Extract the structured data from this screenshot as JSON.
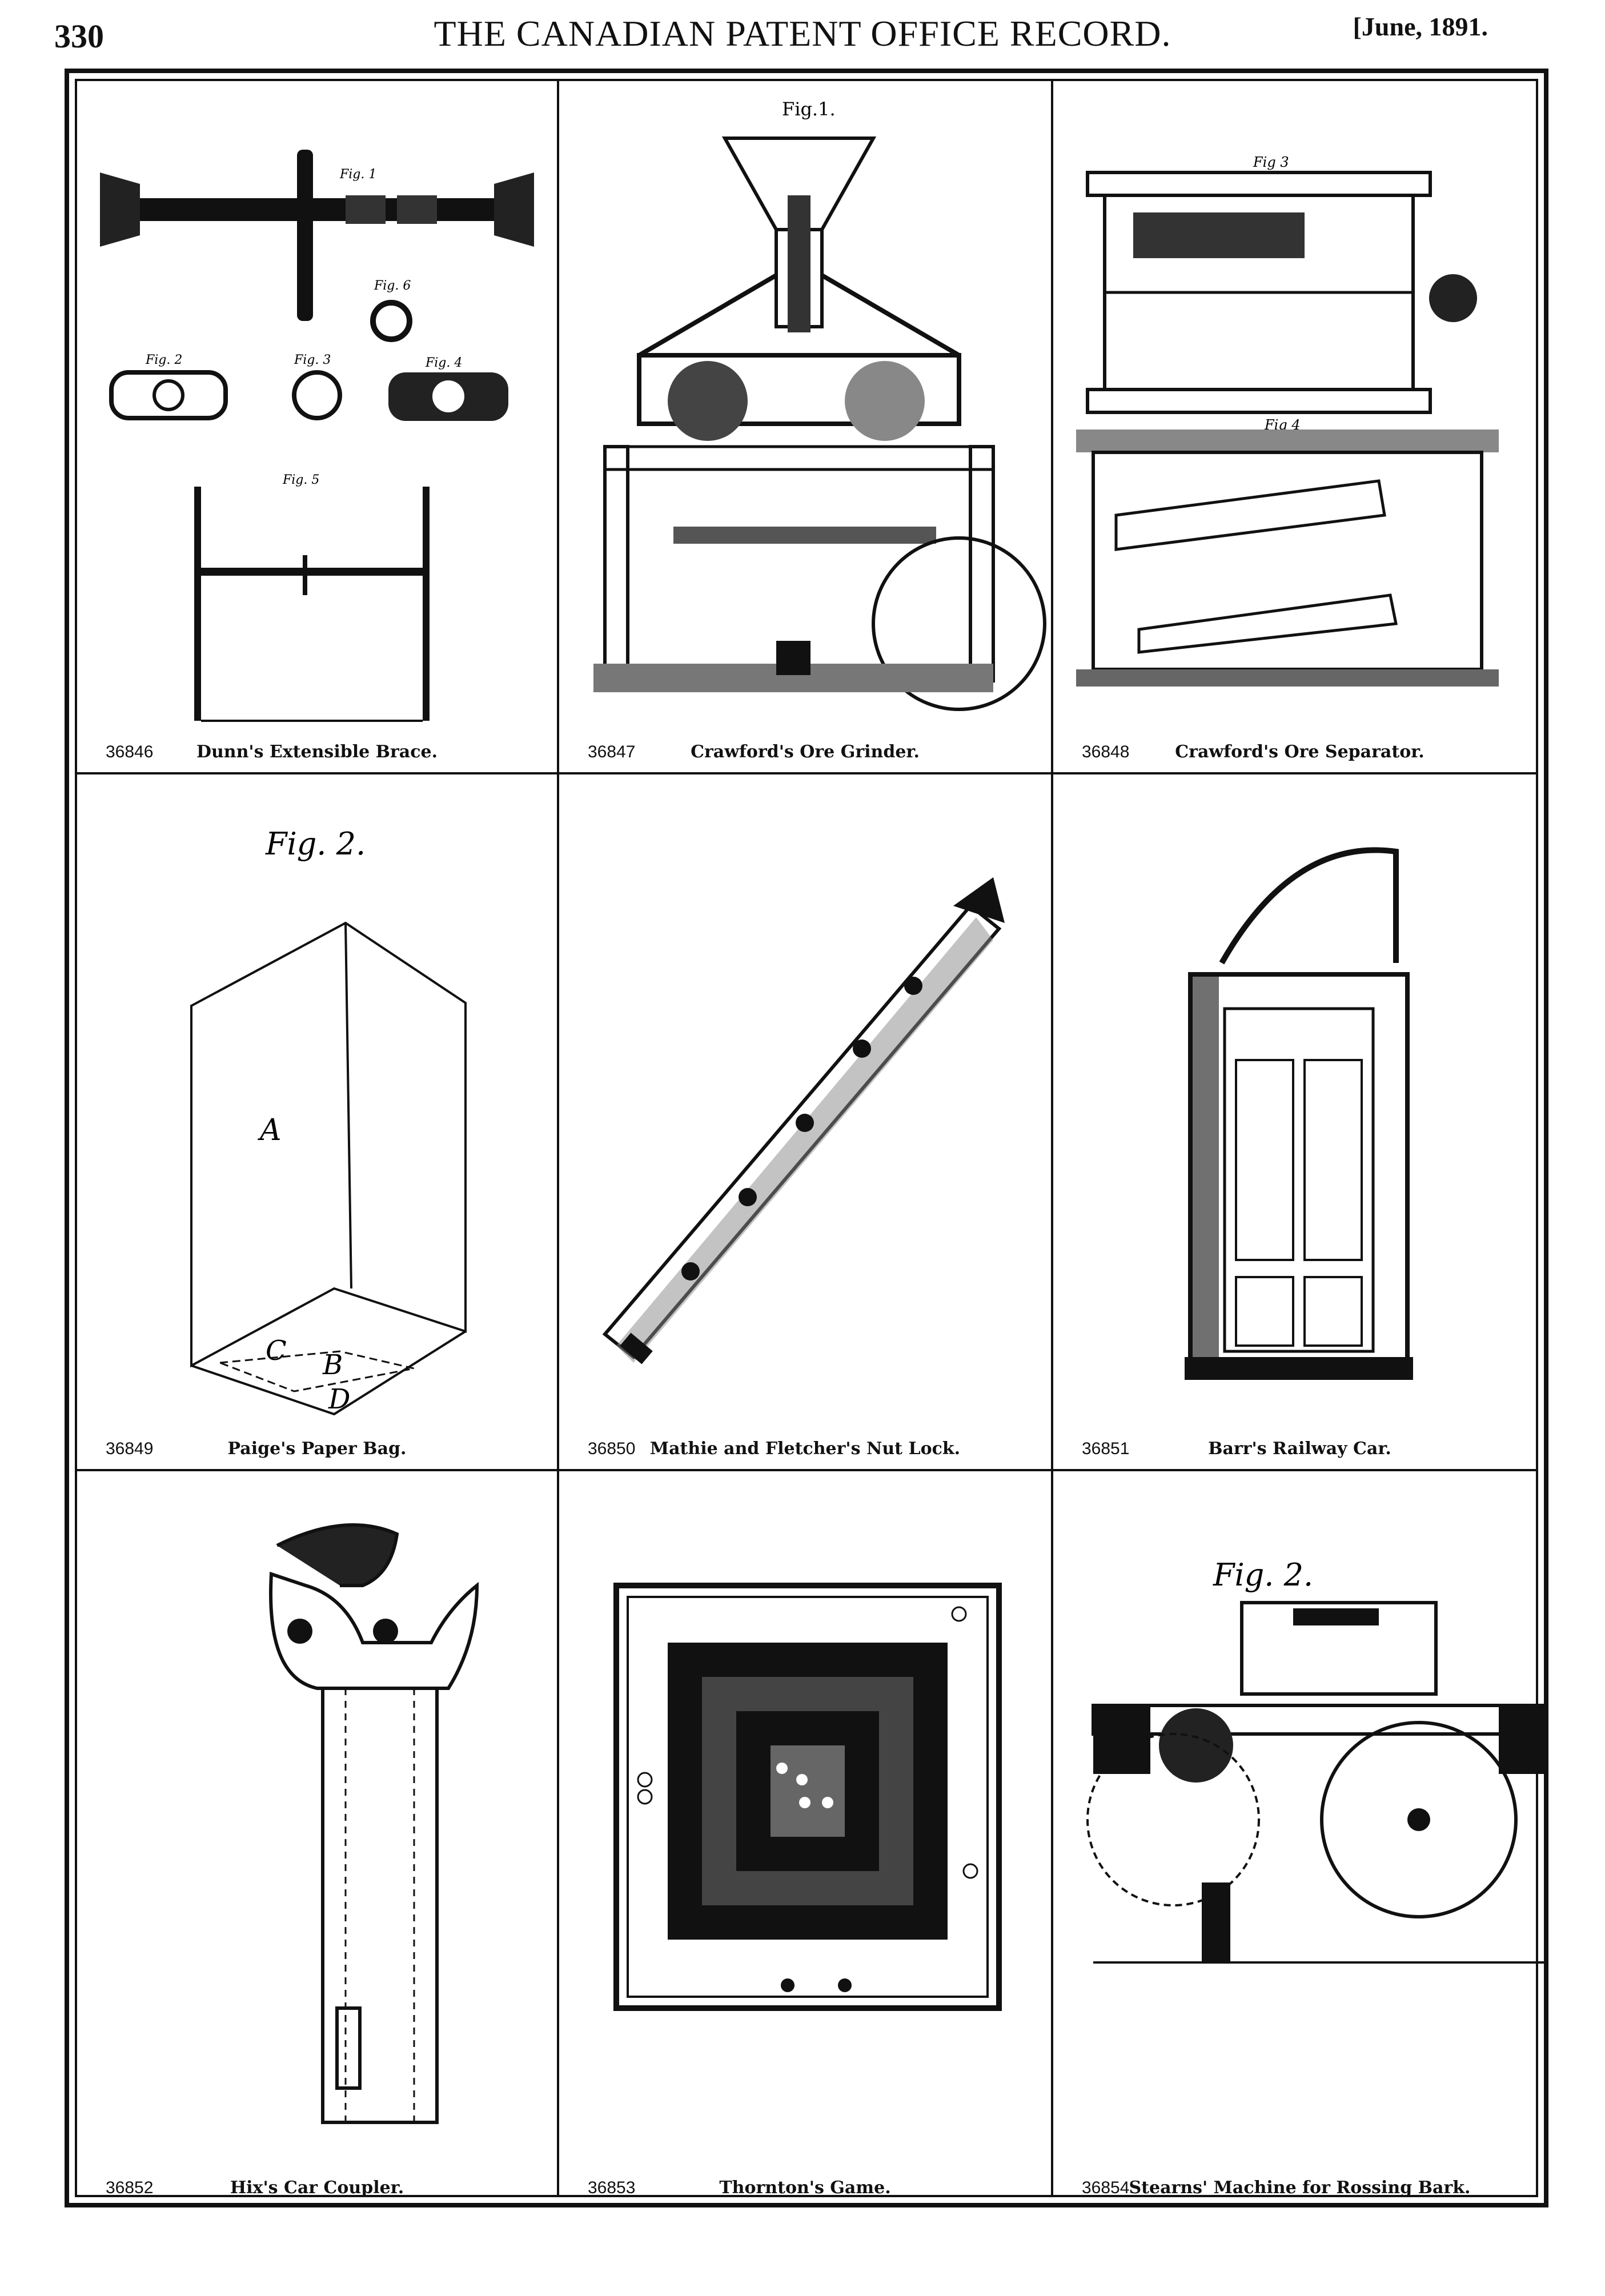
{
  "header": {
    "page_number": "330",
    "journal_title": "THE CANADIAN PATENT OFFICE RECORD.",
    "issue_date": "[June, 1891."
  },
  "patents": [
    {
      "number": "36846",
      "title": "Dunn's Extensible Brace.",
      "icon": "extensible-brace-drawing"
    },
    {
      "number": "36847",
      "title": "Crawford's Ore Grinder.",
      "icon": "ore-grinder-drawing"
    },
    {
      "number": "36848",
      "title": "Crawford's Ore Separator.",
      "icon": "ore-separator-drawing"
    },
    {
      "number": "36849",
      "title": "Paige's Paper Bag.",
      "icon": "paper-bag-drawing"
    },
    {
      "number": "36850",
      "title": "Mathie and Fletcher's Nut Lock.",
      "icon": "nut-lock-drawing"
    },
    {
      "number": "36851",
      "title": "Barr's Railway Car.",
      "icon": "railway-car-drawing"
    },
    {
      "number": "36852",
      "title": "Hix's Car Coupler.",
      "icon": "car-coupler-drawing"
    },
    {
      "number": "36853",
      "title": "Thornton's Game.",
      "icon": "game-board-drawing"
    },
    {
      "number": "36854",
      "title": "Stearns' Machine for Rossing Bark.",
      "icon": "bark-rossing-machine-drawing"
    }
  ],
  "figure_labels": {
    "brace": [
      "Fig. 1",
      "Fig. 2",
      "Fig. 3",
      "Fig. 4",
      "Fig. 5",
      "Fig. 6"
    ],
    "grinder": "Fig.1.",
    "separator": [
      "Fig 3",
      "Fig 4"
    ],
    "bag": "Fig. 2.",
    "bag_letters": [
      "A",
      "B",
      "C",
      "D"
    ],
    "bark": "Fig. 2."
  }
}
